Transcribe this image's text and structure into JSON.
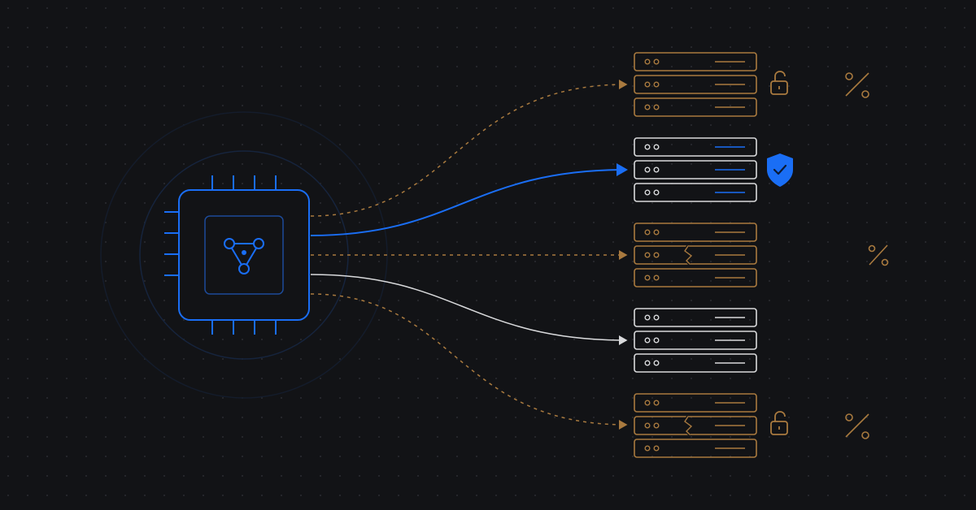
{
  "colors": {
    "background": "#121316",
    "grid_dot": "#2a2c31",
    "chip_blue": "#1a6ef5",
    "chip_inner": "#1d4b9a",
    "glow_ring": "#16243d",
    "amber": "#a97a3f",
    "white": "#d9dadc",
    "blue_line": "#1a6ef5",
    "shield": "#1a6ef5"
  },
  "icons": {
    "processor": "processor-chip-icon",
    "network": "network-nodes-icon",
    "shield": "shield-check-icon",
    "lock": "open-padlock-icon",
    "percent": "percent-icon"
  },
  "racks": [
    {
      "id": "rack-1",
      "color": "amber",
      "cracked": false,
      "badge": "lock",
      "line": "dashed"
    },
    {
      "id": "rack-2",
      "color": "white",
      "cracked": false,
      "badge": "shield",
      "line": "solid-blue"
    },
    {
      "id": "rack-3",
      "color": "amber",
      "cracked": true,
      "badge": "none",
      "line": "dashed"
    },
    {
      "id": "rack-4",
      "color": "white",
      "cracked": false,
      "badge": "none",
      "line": "solid-white"
    },
    {
      "id": "rack-5",
      "color": "amber",
      "cracked": true,
      "badge": "lock",
      "line": "dashed"
    }
  ],
  "percent_markers": [
    {
      "rack": "rack-1"
    },
    {
      "rack": "rack-3"
    },
    {
      "rack": "rack-5"
    }
  ]
}
